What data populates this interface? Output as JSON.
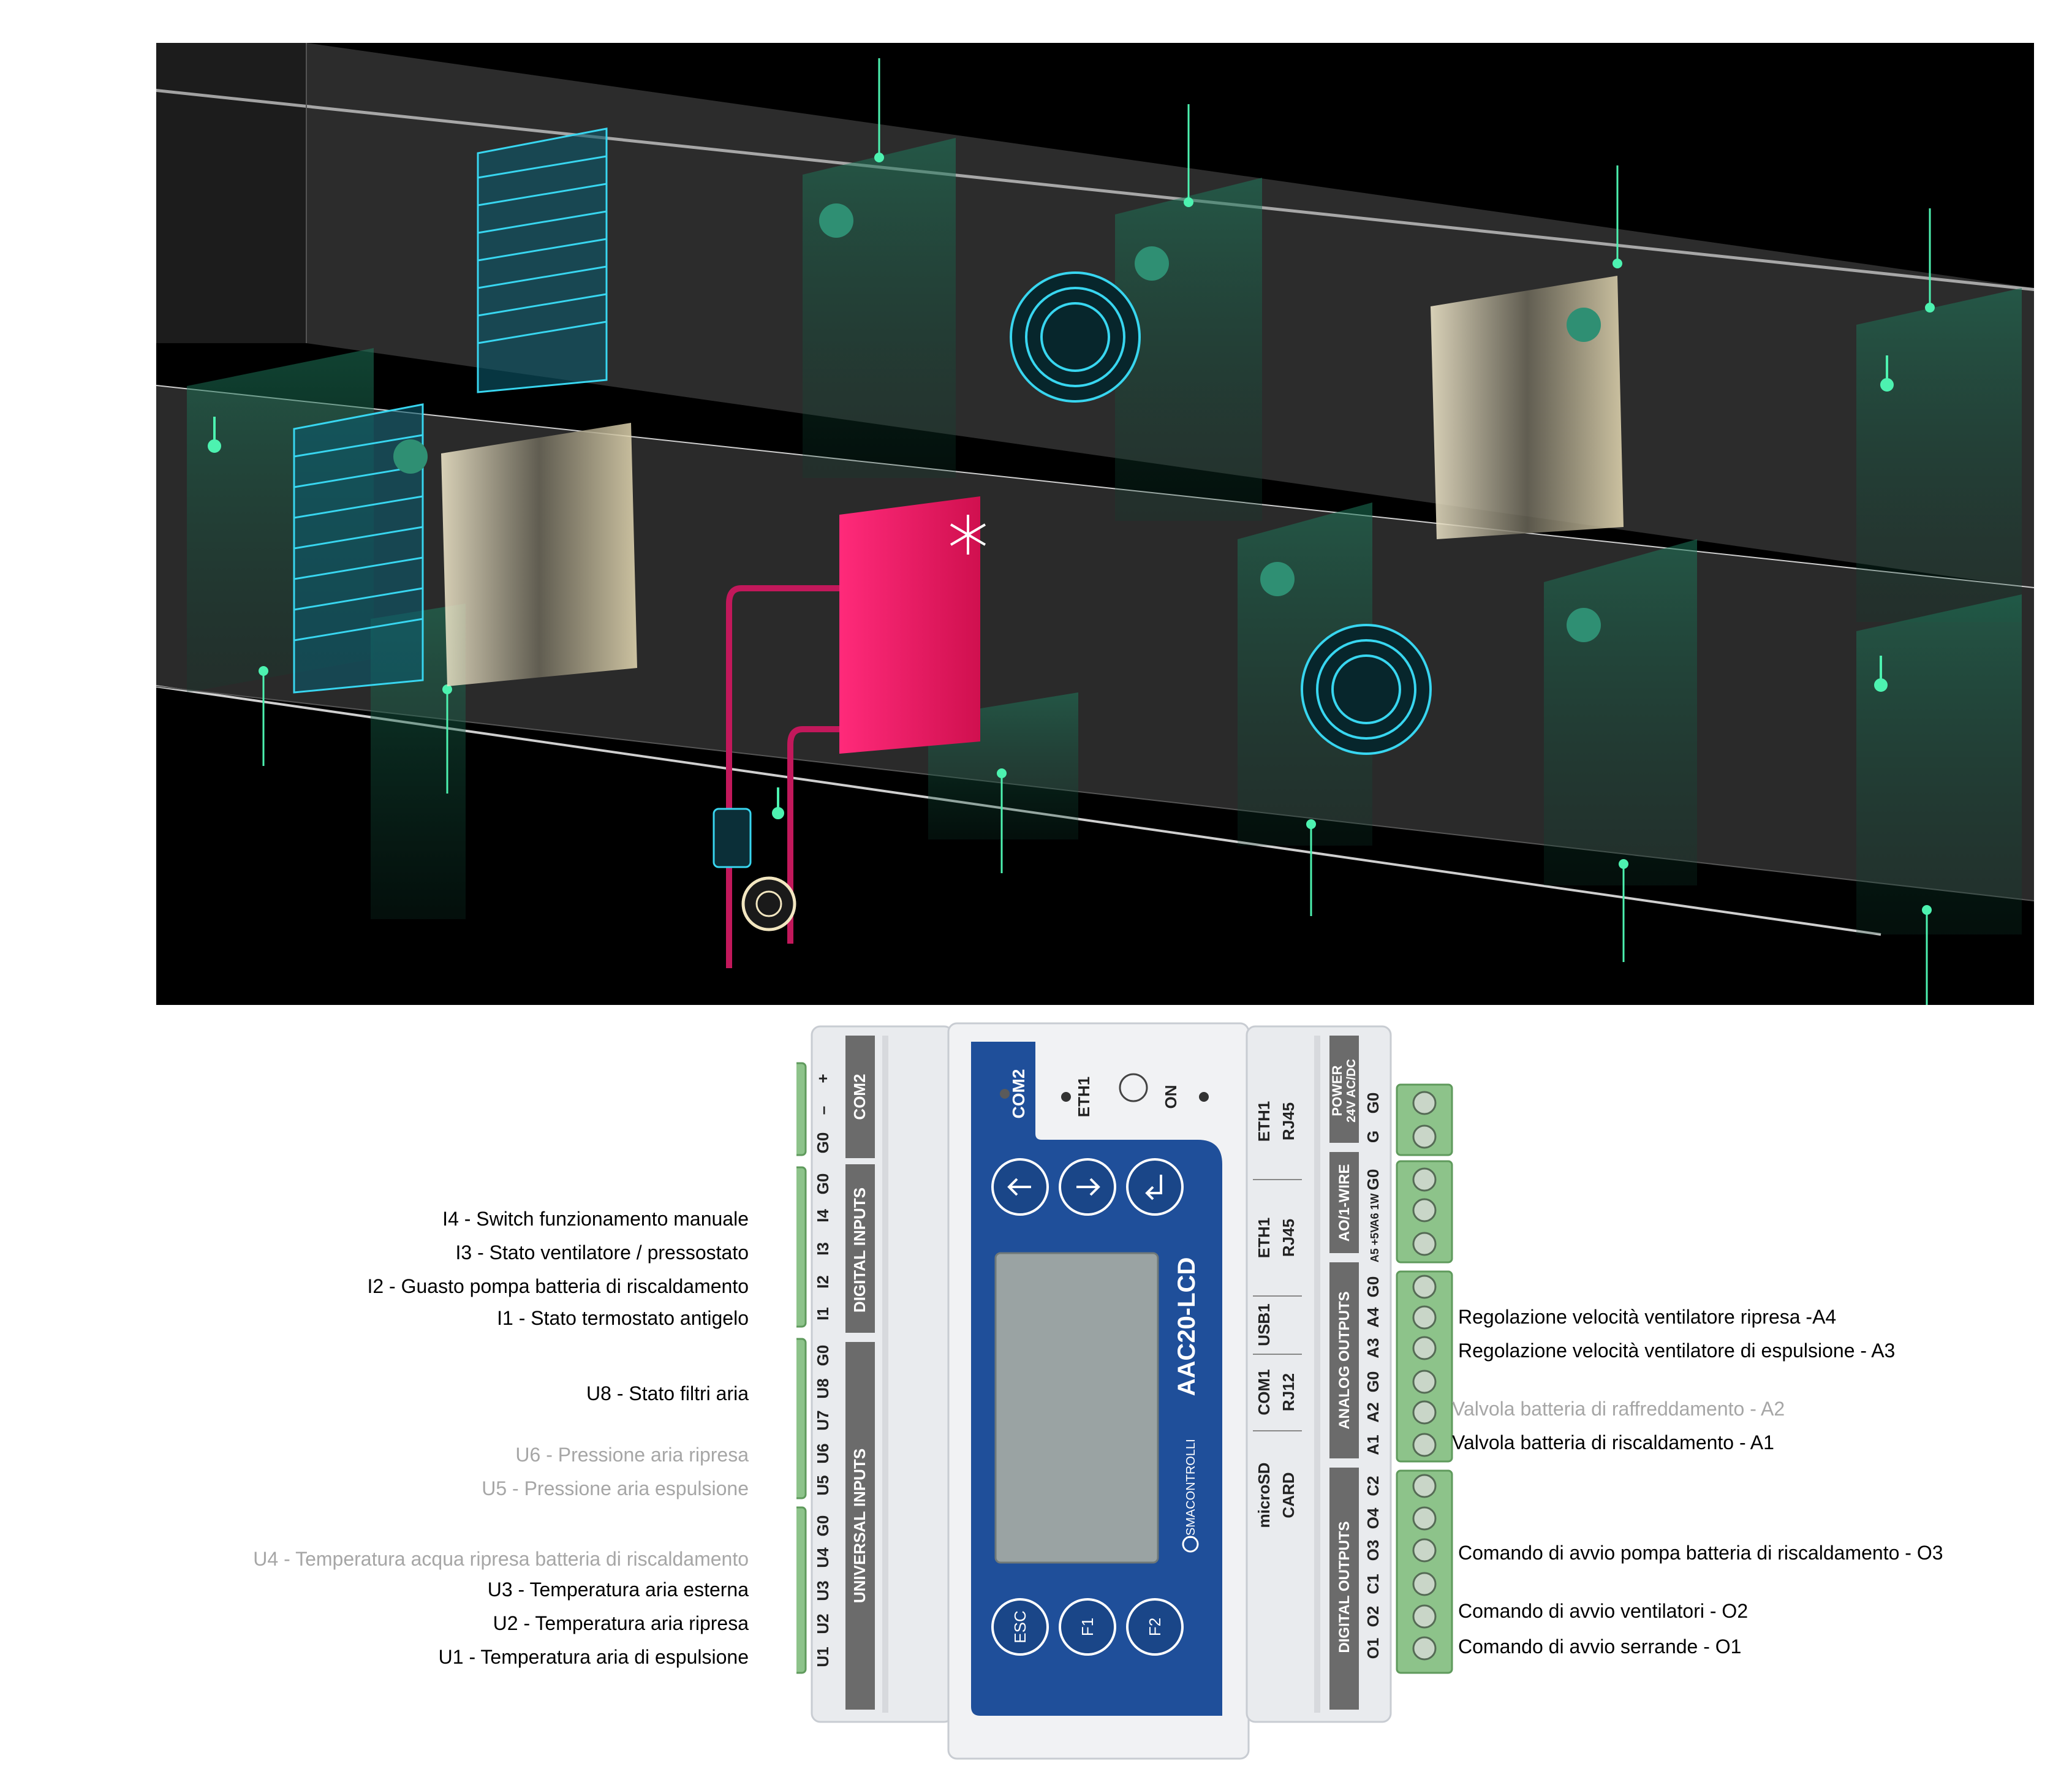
{
  "scene": {
    "colors": {
      "background": "#000000",
      "glow": "#4df2b0",
      "damper": "#38d6f0",
      "filter": "#f2e6c0",
      "heating_coil": "#ff1f6e",
      "pipe": "#c2185b",
      "duct": "#3a3a3a"
    },
    "icons": [
      "thermometer-icon",
      "pressure-gauge-icon",
      "snowflake-icon",
      "fan-icon",
      "damper-icon",
      "filter-icon",
      "pump-icon",
      "valve-icon"
    ]
  },
  "device": {
    "model": "AAC20-LCD",
    "brand": "ISMACONTROLLI",
    "com2": "COM2",
    "eth1_top": "ETH1",
    "on": "ON",
    "esc": "ESC",
    "f1": "F1",
    "f2": "F2",
    "left_groups": {
      "com2": "COM2",
      "digital_inputs": "DIGITAL INPUTS",
      "universal_inputs": "UNIVERSAL INPUTS"
    },
    "right_groups": {
      "power": "POWER",
      "power_rating": "24V AC/DC",
      "ao_1wire": "AO/1-WIRE",
      "analog_outputs": "ANALOG OUTPUTS",
      "digital_outputs": "DIGITAL OUTPUTS"
    },
    "ports": [
      {
        "name": "ETH1",
        "sub": "RJ45"
      },
      {
        "name": "ETH1",
        "sub": "RJ45"
      },
      {
        "name": "USB1",
        "sub": ""
      },
      {
        "name": "COM1",
        "sub": "RJ12"
      },
      {
        "name": "microSD",
        "sub": "CARD"
      }
    ],
    "left_terminals": [
      "+",
      "–",
      "G0",
      "G0",
      "I4",
      "I3",
      "I2",
      "I1",
      "G0",
      "U8",
      "U7",
      "U6",
      "U5",
      "G0",
      "U4",
      "U3",
      "U2",
      "U1"
    ],
    "right_terminals": [
      "G0",
      "G",
      "G0",
      "A6 1W",
      "A5 +5V",
      "G0",
      "A4",
      "A3",
      "G0",
      "A2",
      "A1",
      "C2",
      "O4",
      "O3",
      "C1",
      "O2",
      "O1"
    ],
    "icons": [
      "arrow-left-icon",
      "arrow-right-icon",
      "enter-icon",
      "bacnet-logo-icon",
      "ismacontrolli-logo-icon"
    ]
  },
  "labels_left": [
    {
      "text": "I4 - Switch funzionamento manuale",
      "active": true
    },
    {
      "text": "I3 - Stato ventilatore / pressostato",
      "active": true
    },
    {
      "text": "I2 - Guasto pompa batteria di riscaldamento",
      "active": true
    },
    {
      "text": "I1 - Stato termostato antigelo",
      "active": true
    },
    {
      "text": "U8 - Stato filtri aria",
      "active": true
    },
    {
      "text": "U6 - Pressione aria ripresa",
      "active": false
    },
    {
      "text": "U5 - Pressione aria espulsione",
      "active": false
    },
    {
      "text": "U4 - Temperatura acqua ripresa batteria di riscaldamento",
      "active": false
    },
    {
      "text": "U3 - Temperatura aria esterna",
      "active": true
    },
    {
      "text": "U2 - Temperatura aria ripresa",
      "active": true
    },
    {
      "text": "U1 - Temperatura aria di espulsione",
      "active": true
    }
  ],
  "labels_right": [
    {
      "text": "Regolazione velocità ventilatore ripresa -A4",
      "active": true
    },
    {
      "text": "Regolazione velocità ventilatore di espulsione - A3",
      "active": true
    },
    {
      "text": "Valvola batteria di raffreddamento - A2",
      "active": false
    },
    {
      "text": "Valvola batteria di riscaldamento - A1",
      "active": true
    },
    {
      "text": "Comando di avvio pompa batteria di riscaldamento - O3",
      "active": true
    },
    {
      "text": "Comando di avvio ventilatori - O2",
      "active": true
    },
    {
      "text": "Comando di avvio serrande - O1",
      "active": true
    }
  ]
}
